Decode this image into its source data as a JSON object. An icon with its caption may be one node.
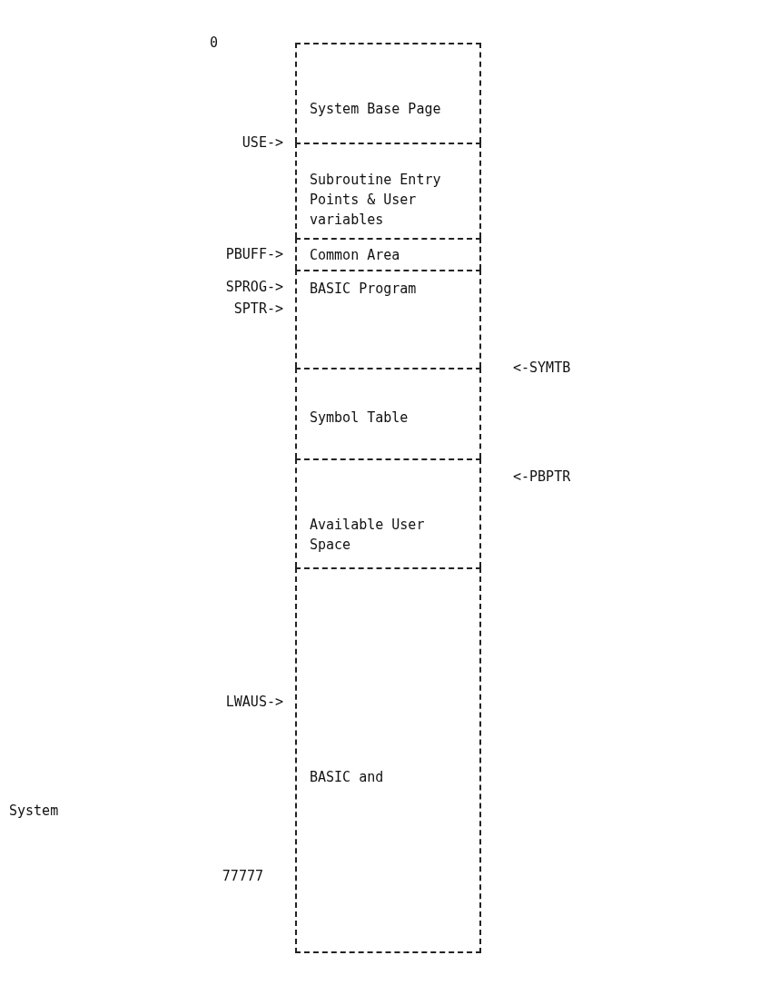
{
  "diagram": {
    "nodes": [
      {
        "text": [
          "System Base Page"
        ]
      },
      {
        "text": [
          "Subroutine Entry Points & User variables"
        ]
      },
      {
        "text": [
          "Common Area"
        ]
      },
      {
        "text": [
          "BASIC Program"
        ]
      },
      {
        "text": [
          "Symbol Table"
        ]
      },
      {
        "text": [
          "Available User Space"
        ]
      },
      {
        "text": [
          "BASIC and"
        ]
      }
    ],
    "labels": [
      "0",
      "USE->",
      "PBUFF->",
      "SPROG->",
      "SPTR->",
      "<-SYMTB",
      "<-PBPTR",
      "LWAUS->",
      "System",
      "77777"
    ]
  }
}
